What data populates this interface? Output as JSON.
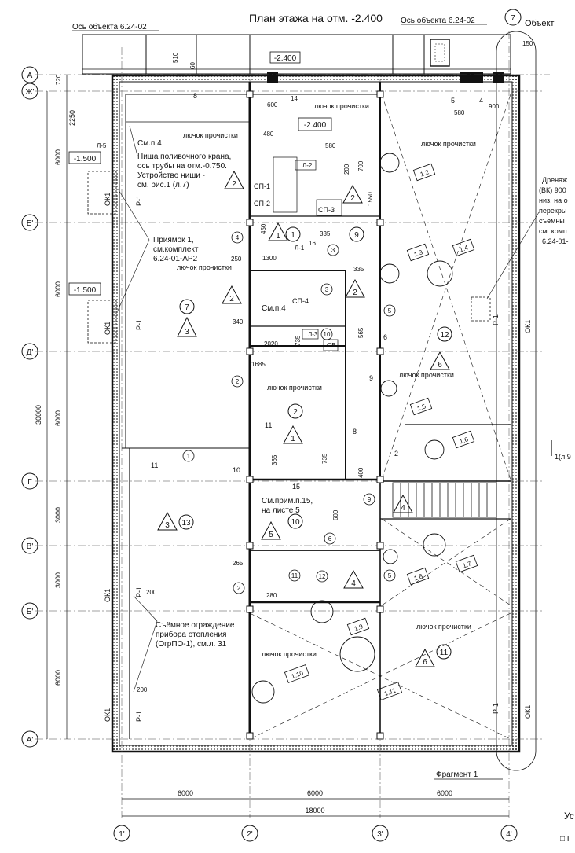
{
  "title": "План этажа на отм. -2.400",
  "axis_object_left": "Ось объекта 6.24-02",
  "axis_object_right": "Ось объекта 6.24-02",
  "object_cut": "Объект",
  "fragment": "Фрагмент 1",
  "row_axes": [
    "А",
    "Ж'",
    "Е'",
    "Д'",
    "Г",
    "В'",
    "Б'",
    "А'"
  ],
  "col_axes": [
    "1'",
    "2'",
    "3'",
    "4'",
    "7"
  ],
  "col_dims": [
    "6000",
    "6000",
    "6000"
  ],
  "total_dim": "18000",
  "row_dims": [
    "720",
    "2250",
    "6000",
    "6000",
    "6000",
    "3000",
    "3000",
    "6000"
  ],
  "overall_height": "30000",
  "levels": {
    "top": "-2.400",
    "inner": "-2.400",
    "left1": "-1.500",
    "left2": "-1.500"
  },
  "notes": {
    "niche": [
      "Ниша поливочного крана,",
      "ось трубы на отм.-0.750.",
      "Устройство ниши -",
      "см. рис.1 (л.7)"
    ],
    "see_p4": "См.п.4",
    "see_p4b": "См.п.4",
    "pit": [
      "Приямок 1,",
      "см.комплект",
      "6.24-01-АР2"
    ],
    "see_note15": [
      "См.прим.п.15,",
      "на листе 5"
    ],
    "guard": [
      "Съёмное ограждение",
      "прибора отопления",
      "(ОгрПО-1), см.л. 31"
    ],
    "drain": [
      "Дренаж",
      "(ВК) 900",
      "низ. на о",
      "перекры",
      "съемны",
      "см. комп",
      "6.24-01-"
    ],
    "cut_mark": "1(л.9",
    "usl": "Ус"
  },
  "hatch": [
    "лючок прочистки",
    "лючок прочистки",
    "лючок прочистки",
    "лючок прочистки",
    "лючок прочистки",
    "лючок прочистки",
    "лючок прочистки",
    "лючок прочистки"
  ],
  "labels": {
    "ok1": "ОК1",
    "p1": "Р-1",
    "sp1": "СП-1",
    "sp2": "СП-2",
    "sp3": "СП-3",
    "sp4": "СП-4",
    "l2": "Л-2",
    "l3": "Л-3",
    "l5": "Л-5",
    "l1": "Л-1",
    "ov": "ОВ",
    "dims": [
      "510",
      "60",
      "400",
      "600",
      "14",
      "480",
      "580",
      "700",
      "200",
      "1550",
      "450",
      "250",
      "1300",
      "16",
      "335",
      "335",
      "340",
      "2020",
      "735",
      "565",
      "1685",
      "365",
      "735",
      "400",
      "600",
      "265",
      "280",
      "200",
      "200",
      "11",
      "10",
      "15",
      "8",
      "9",
      "5",
      "4",
      "900",
      "150",
      "2250"
    ]
  },
  "rooms": [
    "1",
    "2",
    "3",
    "4",
    "5",
    "6",
    "7",
    "9",
    "10",
    "11",
    "12",
    "13"
  ],
  "wall_marks": [
    "1",
    "2",
    "3",
    "4",
    "5",
    "6",
    "7",
    "8",
    "9"
  ],
  "refs": [
    "1.2",
    "1.3",
    "1.4",
    "1.5",
    "1.6",
    "1.7",
    "1.8",
    "1.9",
    "1.10",
    "1.11"
  ]
}
